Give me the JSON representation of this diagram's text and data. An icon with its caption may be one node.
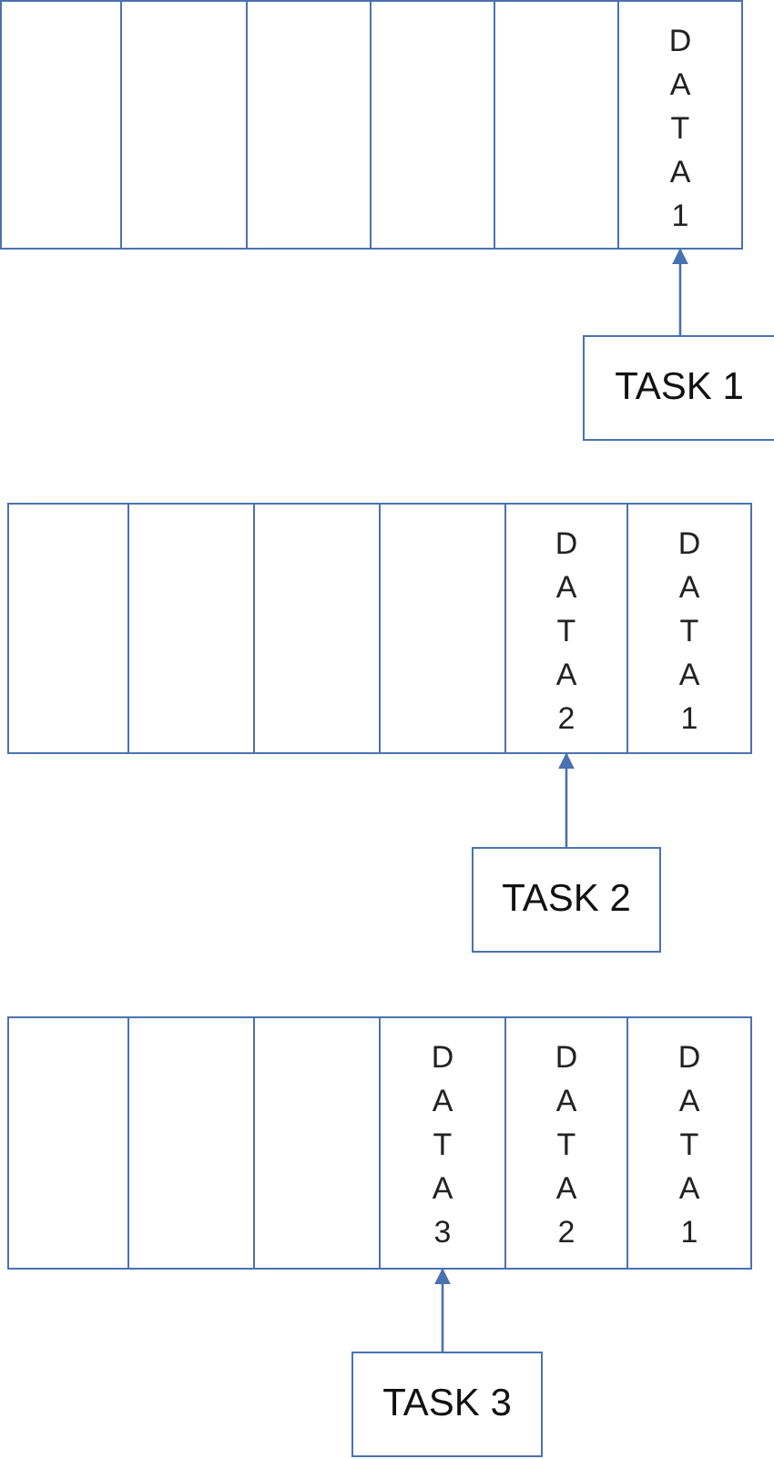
{
  "diagram": {
    "nodes": [
      {
        "text": [],
        "shape": "box"
      },
      {
        "text": [],
        "shape": "box"
      },
      {
        "text": [],
        "shape": "box"
      },
      {
        "text": [],
        "shape": "box"
      },
      {
        "text": [],
        "shape": "box"
      },
      {
        "text": [
          "DATA1"
        ]
      },
      {
        "text": [
          "TASK 1"
        ]
      },
      {
        "text": [],
        "shape": "box"
      },
      {
        "text": [],
        "shape": "box"
      },
      {
        "text": [],
        "shape": "box"
      },
      {
        "text": [],
        "shape": "box"
      },
      {
        "text": [
          "DATA2"
        ]
      },
      {
        "text": [
          "DATA1"
        ]
      },
      {
        "text": [
          "TASK 2"
        ]
      },
      {
        "text": [],
        "shape": "box"
      },
      {
        "text": [],
        "shape": "box"
      },
      {
        "text": [],
        "shape": "box"
      },
      {
        "text": [
          "DATA3"
        ]
      },
      {
        "text": [
          "DATA2"
        ]
      },
      {
        "text": [
          "DATA1"
        ]
      },
      {
        "text": [
          "TASK 3"
        ]
      }
    ],
    "edges": [
      {
        "from": 6,
        "to": 5,
        "arrow": "to"
      },
      {
        "from": 13,
        "to": 11,
        "arrow": "to"
      },
      {
        "from": 20,
        "to": 17,
        "arrow": "to"
      }
    ]
  }
}
